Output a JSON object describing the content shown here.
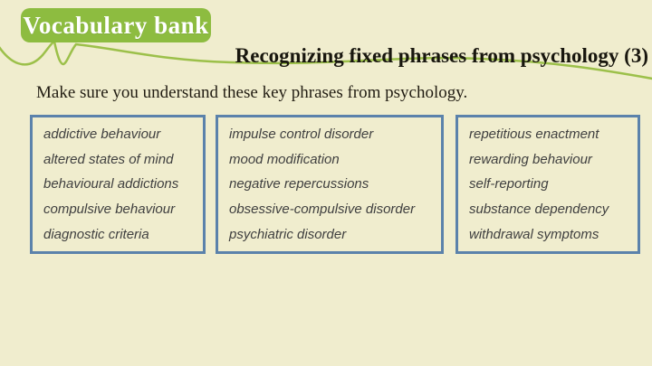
{
  "slide": {
    "badge": "Vocabulary bank",
    "title": "Recognizing fixed phrases from psychology (3)",
    "instruction": "Make sure you understand these key phrases from psychology.",
    "columns": [
      {
        "items": [
          "addictive behaviour",
          "altered states of mind",
          "behavioural addictions",
          "compulsive behaviour",
          "diagnostic criteria"
        ]
      },
      {
        "items": [
          "impulse control disorder",
          "mood modification",
          "negative repercussions",
          "obsessive-compulsive disorder",
          "psychiatric disorder"
        ]
      },
      {
        "items": [
          "repetitious enactment",
          "rewarding behaviour",
          "self-reporting",
          "substance dependency",
          "withdrawal symptoms"
        ]
      }
    ],
    "colors": {
      "background": "#f0edce",
      "badge_green": "#8dbc40",
      "line_green": "#9cc04a",
      "box_border": "#5b82ab",
      "title_text": "#18160e",
      "body_text": "#3f3f3f"
    }
  }
}
